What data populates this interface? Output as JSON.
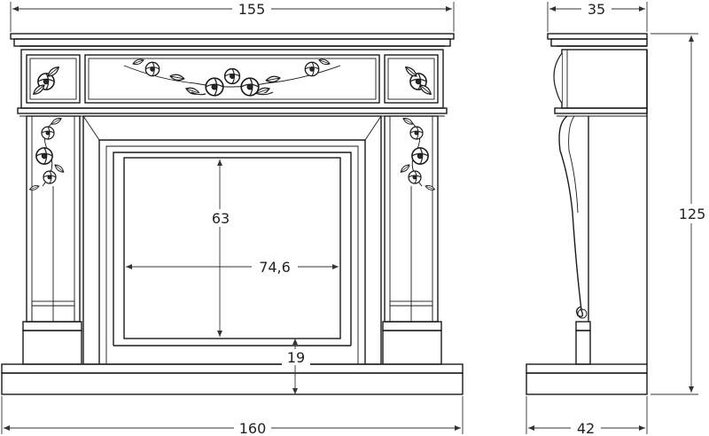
{
  "drawing": {
    "front_view": {
      "overall_width_top": "155",
      "overall_width_base": "160",
      "opening_height": "63",
      "opening_width": "74,6",
      "hearth_height": "19"
    },
    "side_view": {
      "depth_top": "35",
      "depth_base": "42",
      "overall_height": "125"
    },
    "colors": {
      "line": "#1a1a1a",
      "background": "#ffffff"
    }
  }
}
